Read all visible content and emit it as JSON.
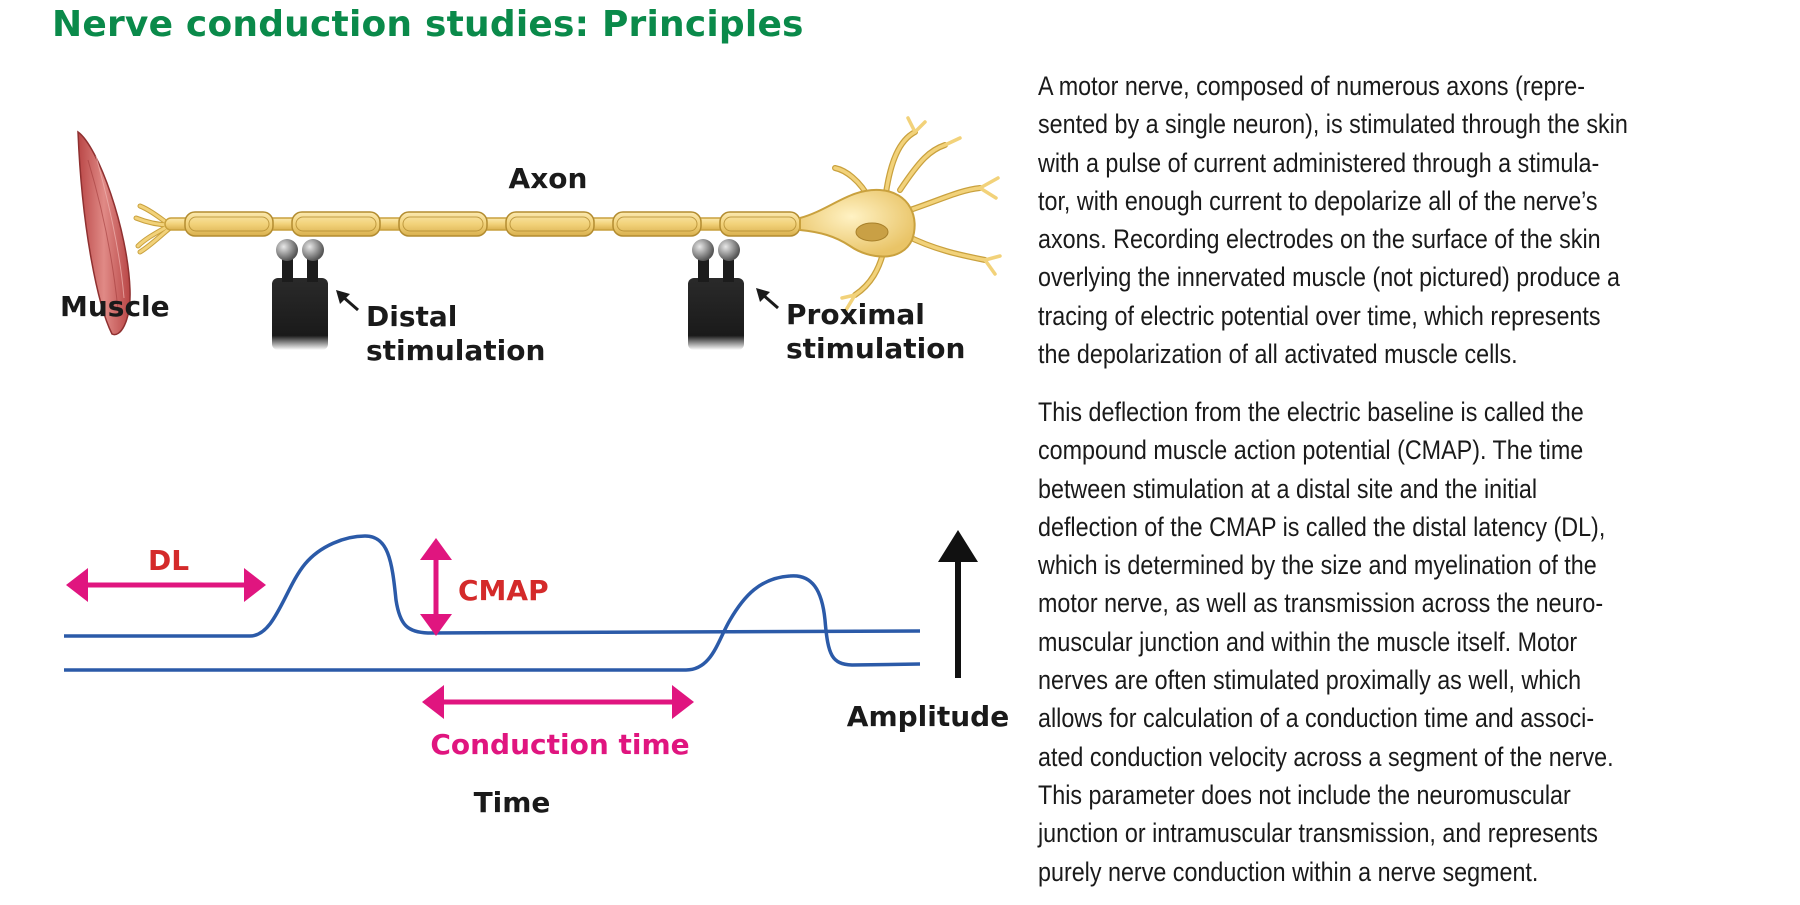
{
  "title": "Nerve conduction studies: Principles",
  "diagram": {
    "axon_label": "Axon",
    "muscle_label": "Muscle",
    "distal_line1": "Distal",
    "distal_line2": "stimulation",
    "proximal_line1": "Proximal",
    "proximal_line2": "stimulation",
    "dl_label": "DL",
    "cmap_label": "CMAP",
    "conduction_label": "Conduction time",
    "time_label": "Time",
    "amplitude_label": "Amplitude"
  },
  "colors": {
    "title": "#0a8a4a",
    "trace": "#2b5aa8",
    "arrow": "#e0157f",
    "annotation_red": "#d42a2a",
    "axon": "#f2d27a",
    "muscle": "#d56a6a"
  },
  "text": {
    "p1": [
      "A motor nerve, composed of numerous axons (repre-",
      "sented by a single neuron), is stimulated through the skin",
      "with a pulse of current administered through a stimula-",
      "tor, with enough current to depolarize all of the nerve’s",
      "axons. Recording electrodes on the surface of the skin",
      "overlying the innervated muscle (not pictured) produce a",
      "tracing of electric potential over time, which represents",
      "the depolarization of all activated muscle cells."
    ],
    "p2": [
      "This deflection from the electric baseline is called the",
      "compound muscle action potential (CMAP). The time",
      "between stimulation at a distal site and the initial",
      "deflection of the CMAP is called the distal latency (DL),",
      "which is determined by the size and myelination of the",
      "motor nerve, as well as transmission across the neuro-",
      "muscular junction and within the muscle itself. Motor",
      "nerves are often stimulated proximally as well, which",
      "allows for calculation of a conduction time and associ-",
      "ated conduction velocity across a segment of the nerve.",
      "This parameter does not include the neuromuscular",
      "junction or intramuscular transmission, and represents",
      "purely nerve conduction within a nerve segment."
    ]
  }
}
